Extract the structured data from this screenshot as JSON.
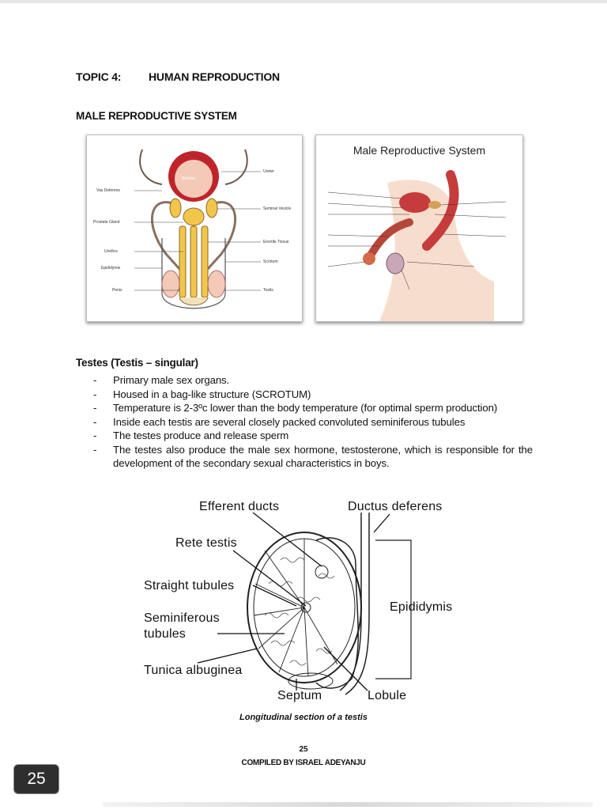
{
  "header": {
    "topic_number": "TOPIC 4:",
    "topic_title": "HUMAN REPRODUCTION",
    "section_title": "MALE REPRODUCTIVE SYSTEM"
  },
  "figure1": {
    "labels": {
      "ureter": "Ureter",
      "bladder": "Bladder",
      "vas_deferens": "Vas Deferens",
      "seminal_vesicle": "Seminal Vesicle",
      "prostate_gland": "Prostate Gland",
      "erectile_tissue": "Erectile Tissue",
      "urethra": "Urethra",
      "scrotum": "Scrotum",
      "epididymis": "Epididymis",
      "penis": "Penis",
      "testis": "Testis"
    },
    "colors": {
      "bladder": "#c0242b",
      "tissue": "#f3c9b8",
      "erectile": "#f2c64a",
      "outline": "#555555"
    }
  },
  "figure2": {
    "title": "Male Reproductive System",
    "colors": {
      "organ": "#c63b3b",
      "skin": "#f5d5c0",
      "penis": "#b5473a"
    }
  },
  "testes": {
    "heading": "Testes (Testis – singular)",
    "bullets": [
      "Primary male sex organs.",
      "Housed in a bag-like structure (SCROTUM)",
      "Temperature is 2-3ºc lower than the body temperature (for optimal sperm production)",
      "Inside each testis are several closely packed convoluted seminiferous tubules",
      "The testes produce and release sperm",
      "The testes also produce the male sex hormone, testosterone, which is responsible for the development of the secondary sexual characteristics in boys."
    ]
  },
  "figure3": {
    "labels": {
      "efferent_ducts": "Efferent ducts",
      "ductus_deferens": "Ductus deferens",
      "rete_testis": "Rete testis",
      "straight_tubules": "Straight tubules",
      "epididymis": "Epididymis",
      "seminiferous": "Seminiferous",
      "tubules": "tubules",
      "tunica_albuginea": "Tunica albuginea",
      "septum": "Septum",
      "lobule": "Lobule"
    },
    "caption": "Longitudinal section of a testis"
  },
  "footer": {
    "page_number": "25",
    "compiled_by": "COMPILED BY ISRAEL ADEYANJU",
    "viewer_page_badge": "25"
  }
}
